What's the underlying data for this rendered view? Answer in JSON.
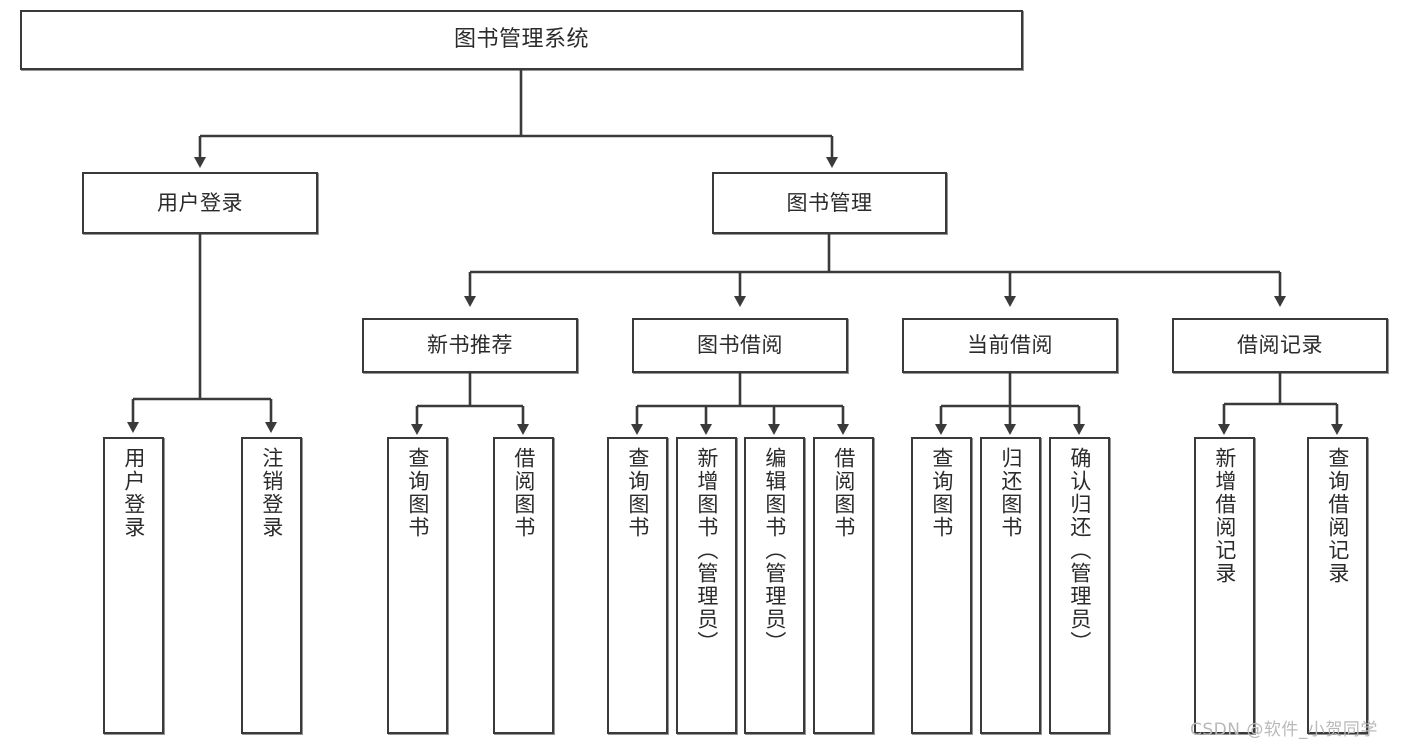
{
  "diagram": {
    "title": "图书管理系统",
    "type": "hierarchy-tree",
    "colors": {
      "box_border": "#3a3a3a",
      "box_fill": "#ffffff",
      "edge": "#3a3a3a",
      "text": "#2b2b2b",
      "watermark": "#b9b9b9",
      "background": "#ffffff"
    },
    "root": {
      "label": "图书管理系统"
    },
    "level2": [
      {
        "label": "用户登录"
      },
      {
        "label": "图书管理"
      }
    ],
    "level3": [
      {
        "label": "新书推荐"
      },
      {
        "label": "图书借阅"
      },
      {
        "label": "当前借阅"
      },
      {
        "label": "借阅记录"
      }
    ],
    "leaves": {
      "user_login": [
        {
          "label": "用户登录"
        },
        {
          "label": "注销登录"
        }
      ],
      "new_book_recommend": [
        {
          "label": "查询图书"
        },
        {
          "label": "借阅图书"
        }
      ],
      "book_borrow": [
        {
          "label": "查询图书"
        },
        {
          "label": "新增图书（管理员）"
        },
        {
          "label": "编辑图书（管理员）"
        },
        {
          "label": "借阅图书"
        }
      ],
      "current_borrow": [
        {
          "label": "查询图书"
        },
        {
          "label": "归还图书"
        },
        {
          "label": "确认归还（管理员）"
        }
      ],
      "borrow_record": [
        {
          "label": "新增借阅记录"
        },
        {
          "label": "查询借阅记录"
        }
      ]
    },
    "watermark": "CSDN @软件_小贺同学"
  }
}
